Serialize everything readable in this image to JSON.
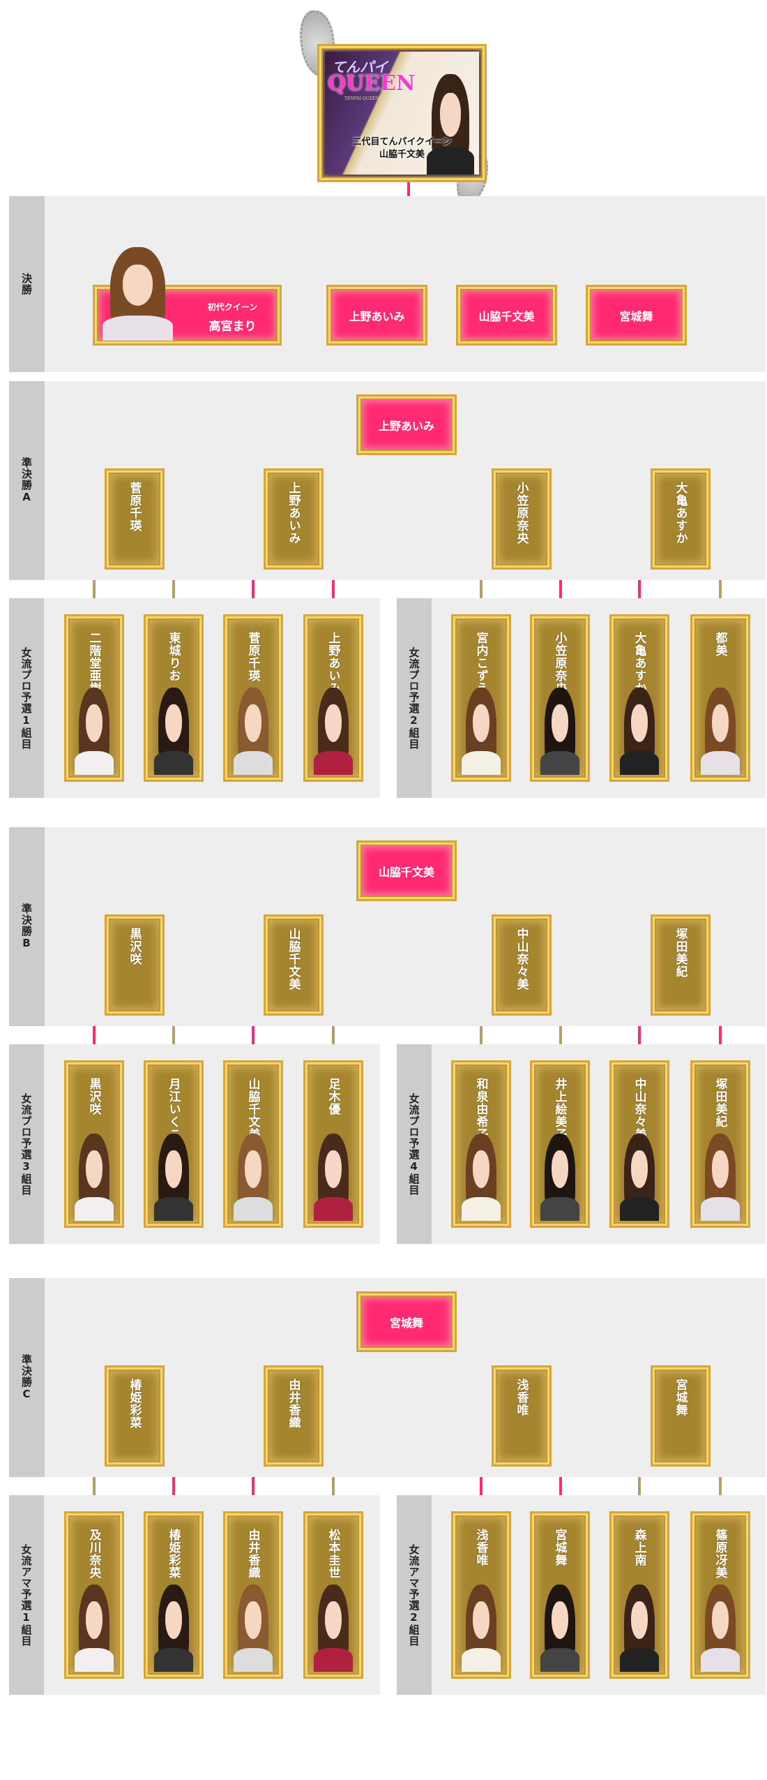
{
  "champion": {
    "logo_top": "てんパイ",
    "logo_main": "QUEEN",
    "logo_sub": "TENPAI-QUEEN",
    "caption_line1": "二代目てんパイクイーン",
    "caption_line2": "山脇千文美"
  },
  "final": {
    "label": "決勝",
    "first_queen": {
      "title": "初代クイーン",
      "name": "高宮まり"
    },
    "finalists": [
      "上野あいみ",
      "山脇千文美",
      "宮城舞"
    ],
    "winner": "山脇千文美"
  },
  "sections": [
    {
      "label": "準決勝A",
      "winner": "上野あいみ",
      "semis": [
        "菅原千瑛",
        "上野あいみ",
        "小笠原奈央",
        "大亀あすか"
      ],
      "groups": [
        {
          "label": "女流プロ予選1組目",
          "players": [
            "二階堂亜樹",
            "東城りお",
            "菅原千瑛",
            "上野あいみ"
          ]
        },
        {
          "label": "女流プロ予選2組目",
          "players": [
            "宮内こずえ",
            "小笠原奈央",
            "大亀あすか",
            "都美"
          ]
        }
      ]
    },
    {
      "label": "準決勝B",
      "winner": "山脇千文美",
      "semis": [
        "黒沢咲",
        "山脇千文美",
        "中山奈々美",
        "塚田美紀"
      ],
      "groups": [
        {
          "label": "女流プロ予選3組目",
          "players": [
            "黒沢咲",
            "月江いくこ",
            "山脇千文美",
            "足木優"
          ]
        },
        {
          "label": "女流プロ予選4組目",
          "players": [
            "和泉由希子",
            "井上絵美子",
            "中山奈々美",
            "塚田美紀"
          ]
        }
      ]
    },
    {
      "label": "準決勝C",
      "winner": "宮城舞",
      "semis": [
        "椿姫彩菜",
        "由井香織",
        "浅香唯",
        "宮城舞"
      ],
      "groups": [
        {
          "label": "女流アマ予選1組目",
          "players": [
            "及川奈央",
            "椿姫彩菜",
            "由井香織",
            "松本圭世"
          ]
        },
        {
          "label": "女流アマ予選2組目",
          "players": [
            "浅香唯",
            "宮城舞",
            "森上南",
            "篠原冴美"
          ]
        }
      ]
    }
  ],
  "colors": {
    "line": "#b39f6a",
    "win_line": "#ff2a72",
    "winner_box": "#ff2a72",
    "card": "#a6852f",
    "panel": "#eeeeee",
    "label_col": "#cccccc"
  }
}
